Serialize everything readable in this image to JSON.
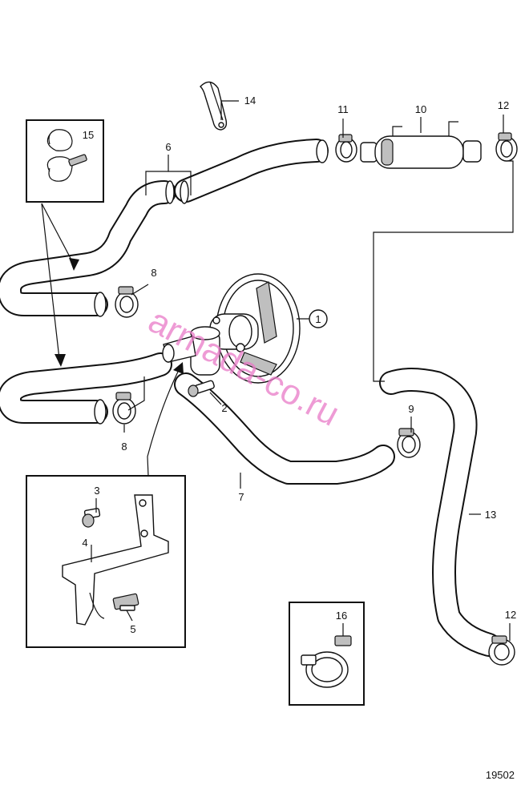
{
  "callouts": {
    "c1": "1",
    "c2": "2",
    "c3": "3",
    "c4": "4",
    "c5": "5",
    "c6": "6",
    "c7": "7",
    "c8a": "8",
    "c8b": "8",
    "c9": "9",
    "c10": "10",
    "c11": "11",
    "c12a": "12",
    "c12b": "12",
    "c13": "13",
    "c14": "14",
    "c15": "15",
    "c16": "16"
  },
  "drawing_number": "19502",
  "watermark": "armada-co.ru"
}
